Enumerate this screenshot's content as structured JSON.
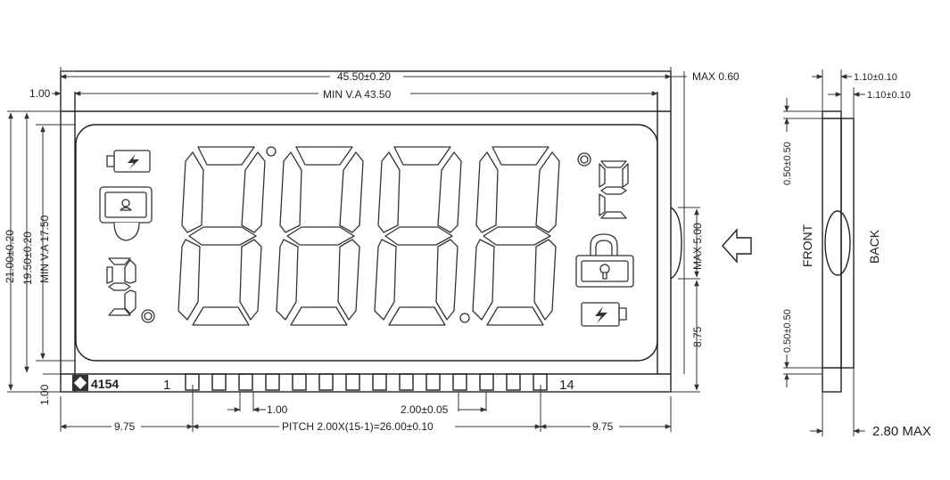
{
  "dimensions": {
    "overall_width": "45.50±0.20",
    "va_width": "MIN V.A 43.50",
    "max_top": "MAX  0.60",
    "left_margin": "1.00",
    "overall_height": "21.00±0.20",
    "inner_height": "19.50±0.20",
    "va_height": "MIN V.A 17.50",
    "bottom_margin": "1.00",
    "pin_width": "1.00",
    "pin_pitch": "2.00±0.05",
    "left_offset": "9.75",
    "right_offset": "9.75",
    "pitch_formula": "PITCH 2.00X(15-1)=26.00±0.10",
    "tab_height": "MAX 5.00",
    "tab_offset": "8.75"
  },
  "front_panel": {
    "part_number": "4154",
    "pin_first": "1",
    "pin_last": "14"
  },
  "side_view": {
    "top_glass": "1.10±0.10",
    "second_glass": "1.10±0.10",
    "upper_gap": "0.50±0.50",
    "lower_gap": "0.50±0.50",
    "front_label": "FRONT",
    "back_label": "BACK",
    "thickness": "2.80  MAX"
  }
}
